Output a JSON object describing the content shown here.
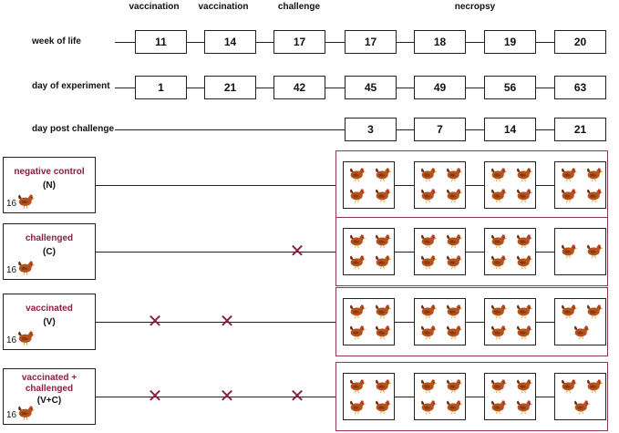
{
  "phases": {
    "vaccination_1": "vaccination",
    "vaccination_2": "vaccination",
    "challenge": "challenge",
    "necropsy": "necropsy"
  },
  "rows": {
    "week_of_life": {
      "label": "week of life",
      "values": [
        "11",
        "14",
        "17",
        "17",
        "18",
        "19",
        "20"
      ]
    },
    "day_of_experiment": {
      "label": "day of experiment",
      "values": [
        "1",
        "21",
        "42",
        "45",
        "49",
        "56",
        "63"
      ]
    },
    "day_post_challenge": {
      "label": "day post challenge",
      "values": [
        "3",
        "7",
        "14",
        "21"
      ]
    }
  },
  "groups": [
    {
      "name": "negative control",
      "abbr": "(N)",
      "count": "16",
      "crosses": [],
      "hens_per_pen": [
        4,
        4,
        4,
        4
      ]
    },
    {
      "name": "challenged",
      "abbr": "(C)",
      "count": "16",
      "crosses": [
        "challenge"
      ],
      "hens_per_pen": [
        4,
        4,
        4,
        2
      ]
    },
    {
      "name": "vaccinated",
      "abbr": "(V)",
      "count": "16",
      "crosses": [
        "vaccination_1",
        "vaccination_2"
      ],
      "hens_per_pen": [
        4,
        4,
        4,
        3
      ]
    },
    {
      "name": "vaccinated + challenged",
      "abbr": "(V+C)",
      "count": "16",
      "crosses": [
        "vaccination_1",
        "vaccination_2",
        "challenge"
      ],
      "hens_per_pen": [
        4,
        4,
        4,
        3
      ]
    }
  ],
  "cross_symbol": "✕",
  "colors": {
    "accent": "#8b1f3f",
    "frame": "#8b3a4e",
    "hen_body": "#b5531c",
    "hen_comb": "#c4282a"
  },
  "icons": {
    "hen": "hen-icon",
    "cross": "cross-icon"
  }
}
